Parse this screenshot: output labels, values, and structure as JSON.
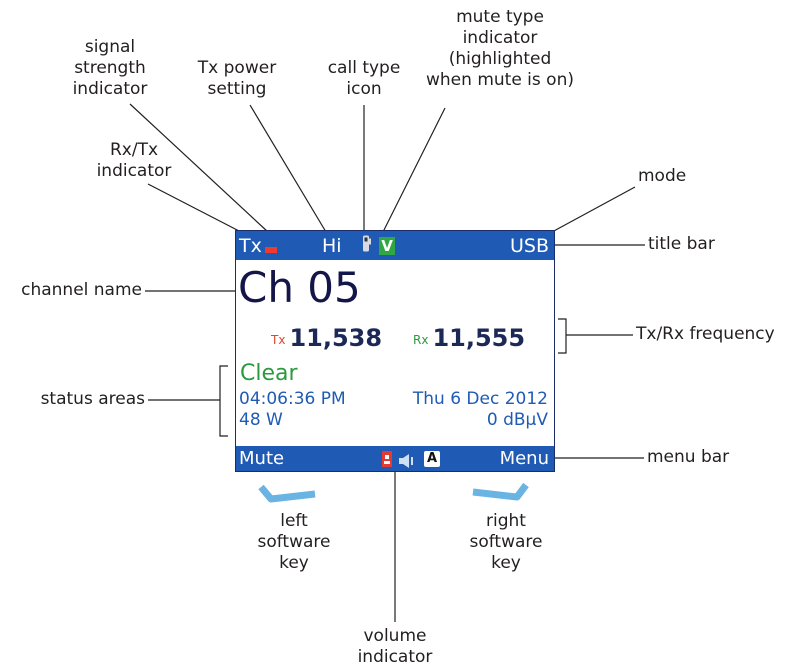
{
  "labels": {
    "signal_strength": [
      "signal",
      "strength",
      "indicator"
    ],
    "tx_power": [
      "Tx power",
      "setting"
    ],
    "call_type": [
      "call type",
      "icon"
    ],
    "mute_type": [
      "mute type",
      "indicator",
      "(highlighted",
      "when mute is on)"
    ],
    "rx_tx": [
      "Rx/Tx",
      "indicator"
    ],
    "mode": "mode",
    "title_bar": "title bar",
    "channel_name": "channel name",
    "freq": "Tx/Rx frequency",
    "status_areas": "status areas",
    "menu_bar": "menu bar",
    "left_key": [
      "left",
      "software",
      "key"
    ],
    "right_key": [
      "right",
      "software",
      "key"
    ],
    "volume": [
      "volume",
      "indicator"
    ]
  },
  "screen": {
    "title_bar": {
      "rx_tx": "Tx",
      "tx_power": "Hi",
      "mute_type": "V",
      "mode": "USB"
    },
    "channel_name": "Ch 05",
    "tx_tag": "Tx",
    "tx_freq": "11,538",
    "rx_tag": "Rx",
    "rx_freq": "11,555",
    "status": {
      "state": "Clear",
      "time": "04:06:36 PM",
      "date": "Thu 6 Dec 2012",
      "power": "48 W",
      "signal": "0 dBµV"
    },
    "menu_bar": {
      "left_key": "Mute",
      "a_icon": "A",
      "right_key": "Menu"
    }
  },
  "colors": {
    "bar": "#1f5bb4",
    "tx_red": "#e0452f",
    "rx_green": "#2b9a3f",
    "softkey": "#6ab4e4"
  },
  "icons": [
    "call-type-icon",
    "lock-icon",
    "volume-icon",
    "auto-icon"
  ]
}
